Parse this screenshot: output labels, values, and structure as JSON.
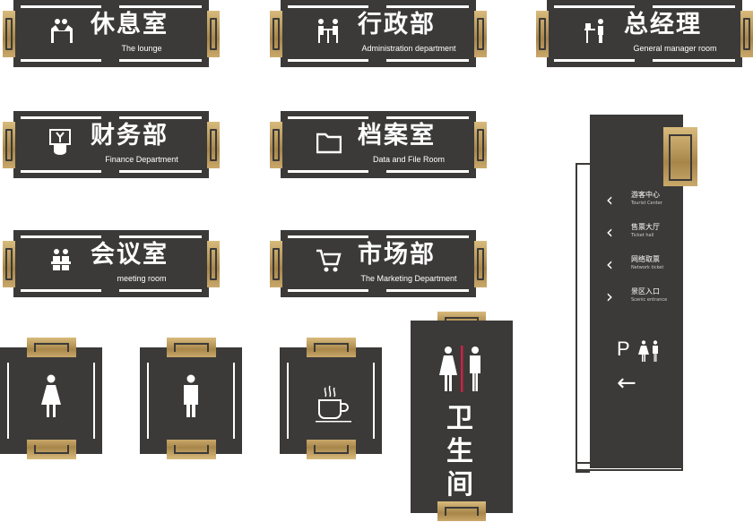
{
  "colors": {
    "sign_body": "#3b3a39",
    "gold": "#c0a064",
    "text": "#ffffff"
  },
  "horizontal_signs": [
    {
      "cn": "休息室",
      "en": "The lounge",
      "icon": "lounge-icon"
    },
    {
      "cn": "行政部",
      "en": "Administration department",
      "icon": "meeting-people-icon"
    },
    {
      "cn": "总经理",
      "en": "General manager room",
      "icon": "manager-desk-icon"
    },
    {
      "cn": "财务部",
      "en": "Finance Department",
      "icon": "finance-icon"
    },
    {
      "cn": "档案室",
      "en": "Data and File Room",
      "icon": "folder-icon"
    },
    {
      "cn": "会议室",
      "en": "meeting room",
      "icon": "conference-icon"
    },
    {
      "cn": "市场部",
      "en": "The Marketing Department",
      "icon": "shopping-cart-icon"
    }
  ],
  "square_signs": [
    {
      "icon": "woman-icon"
    },
    {
      "icon": "man-icon"
    },
    {
      "icon": "coffee-cup-icon"
    }
  ],
  "toilet_sign": {
    "cn": [
      "卫",
      "生",
      "间"
    ],
    "icon": "restroom-icon"
  },
  "directional_sign": {
    "items": [
      {
        "arrow": "‹",
        "cn": "游客中心",
        "en": "Tourist Center"
      },
      {
        "arrow": "‹",
        "cn": "售票大厅",
        "en": "Ticket hall"
      },
      {
        "arrow": "‹",
        "cn": "网络取票",
        "en": "Network ticket"
      },
      {
        "arrow": "›",
        "cn": "景区入口",
        "en": "Scenic entrance"
      }
    ],
    "parking": "P",
    "arrow": "←"
  }
}
